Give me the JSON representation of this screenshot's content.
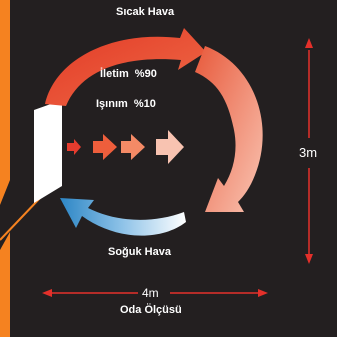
{
  "labels": {
    "hot_air": "Sıcak Hava",
    "cold_air": "Soğuk Hava",
    "conduction": "İletim",
    "conduction_pct": "%90",
    "radiation": "Işınım",
    "radiation_pct": "%10",
    "height": "3m",
    "width": "4m",
    "room_size": "Oda Ölçüsü"
  },
  "colors": {
    "background": "#231f20",
    "border_orange": "#f58220",
    "hot_red": "#e63c2e",
    "warm_pink": "#f7b9a6",
    "cold_blue": "#2d86c5",
    "dimension_red": "#e4302a"
  }
}
